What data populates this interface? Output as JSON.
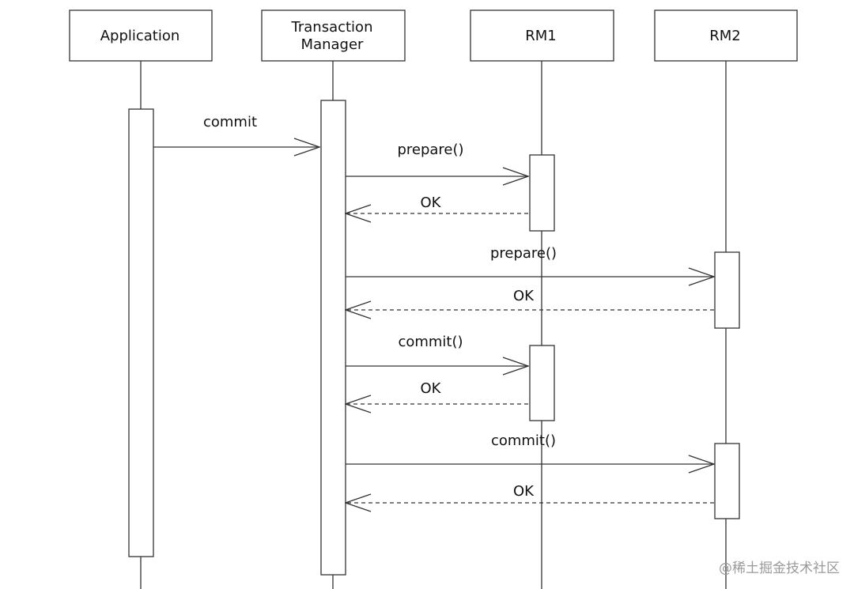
{
  "participants": [
    {
      "id": "app",
      "label_lines": [
        "Application"
      ]
    },
    {
      "id": "tm",
      "label_lines": [
        "Transaction",
        "Manager"
      ]
    },
    {
      "id": "rm1",
      "label_lines": [
        "RM1"
      ]
    },
    {
      "id": "rm2",
      "label_lines": [
        "RM2"
      ]
    }
  ],
  "messages": [
    {
      "from": "app",
      "to": "tm",
      "label": "commit",
      "type": "sync"
    },
    {
      "from": "tm",
      "to": "rm1",
      "label": "prepare()",
      "type": "sync"
    },
    {
      "from": "rm1",
      "to": "tm",
      "label": "OK",
      "type": "return"
    },
    {
      "from": "tm",
      "to": "rm2",
      "label": "prepare()",
      "type": "sync"
    },
    {
      "from": "rm2",
      "to": "tm",
      "label": "OK",
      "type": "return"
    },
    {
      "from": "tm",
      "to": "rm1",
      "label": "commit()",
      "type": "sync"
    },
    {
      "from": "rm1",
      "to": "tm",
      "label": "OK",
      "type": "return"
    },
    {
      "from": "tm",
      "to": "rm2",
      "label": "commit()",
      "type": "sync"
    },
    {
      "from": "rm2",
      "to": "tm",
      "label": "OK",
      "type": "return"
    }
  ],
  "watermark": "@稀土掘金技术社区",
  "colors": {
    "line": "#333333",
    "text": "#111111",
    "watermark": "#9a9a9a"
  }
}
